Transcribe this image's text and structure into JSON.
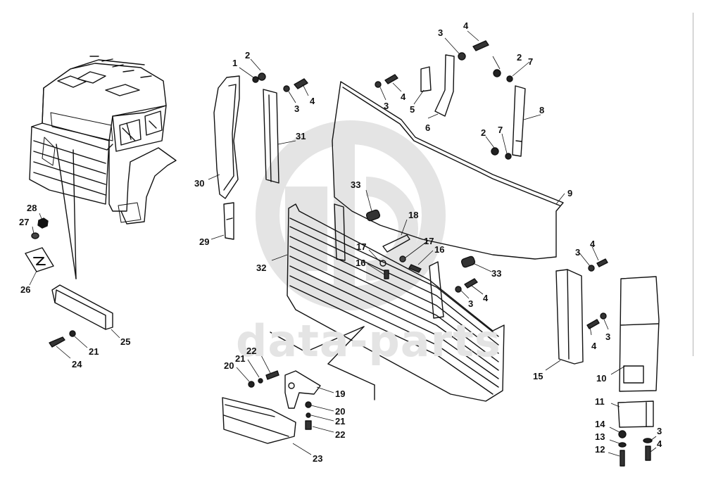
{
  "diagram": {
    "type": "exploded-parts-diagram",
    "subject": "truck cab front grille and panel assembly",
    "watermark": {
      "logo": "dp-circle-logo",
      "text": "data-parts"
    },
    "parts": [
      {
        "id": "cab",
        "label": "",
        "icon": "truck-cab"
      },
      {
        "id": "1",
        "label": "1"
      },
      {
        "id": "2",
        "label": "2"
      },
      {
        "id": "3",
        "label": "3"
      },
      {
        "id": "4",
        "label": "4"
      },
      {
        "id": "5",
        "label": "5"
      },
      {
        "id": "6",
        "label": "6"
      },
      {
        "id": "7",
        "label": "7"
      },
      {
        "id": "8",
        "label": "8"
      },
      {
        "id": "9",
        "label": "9"
      },
      {
        "id": "10",
        "label": "10"
      },
      {
        "id": "11",
        "label": "11"
      },
      {
        "id": "12",
        "label": "12"
      },
      {
        "id": "13",
        "label": "13"
      },
      {
        "id": "14",
        "label": "14"
      },
      {
        "id": "15",
        "label": "15"
      },
      {
        "id": "16",
        "label": "16"
      },
      {
        "id": "17",
        "label": "17"
      },
      {
        "id": "18",
        "label": "18"
      },
      {
        "id": "19",
        "label": "19"
      },
      {
        "id": "20",
        "label": "20"
      },
      {
        "id": "21",
        "label": "21"
      },
      {
        "id": "22",
        "label": "22"
      },
      {
        "id": "23",
        "label": "23"
      },
      {
        "id": "24",
        "label": "24"
      },
      {
        "id": "25",
        "label": "25"
      },
      {
        "id": "26",
        "label": "26"
      },
      {
        "id": "27",
        "label": "27"
      },
      {
        "id": "28",
        "label": "28"
      },
      {
        "id": "29",
        "label": "29"
      },
      {
        "id": "30",
        "label": "30"
      },
      {
        "id": "31",
        "label": "31"
      },
      {
        "id": "32",
        "label": "32"
      },
      {
        "id": "33",
        "label": "33"
      }
    ],
    "callouts": [
      {
        "text": "1"
      },
      {
        "text": "2"
      },
      {
        "text": "3"
      },
      {
        "text": "4"
      },
      {
        "text": "3"
      },
      {
        "text": "4"
      },
      {
        "text": "3"
      },
      {
        "text": "4"
      },
      {
        "text": "5"
      },
      {
        "text": "6"
      },
      {
        "text": "2"
      },
      {
        "text": "7"
      },
      {
        "text": "8"
      },
      {
        "text": "2"
      },
      {
        "text": "7"
      },
      {
        "text": "9"
      },
      {
        "text": "31"
      },
      {
        "text": "30"
      },
      {
        "text": "29"
      },
      {
        "text": "28"
      },
      {
        "text": "27"
      },
      {
        "text": "26"
      },
      {
        "text": "25"
      },
      {
        "text": "21"
      },
      {
        "text": "24"
      },
      {
        "text": "33"
      },
      {
        "text": "18"
      },
      {
        "text": "17"
      },
      {
        "text": "17"
      },
      {
        "text": "16"
      },
      {
        "text": "16"
      },
      {
        "text": "32"
      },
      {
        "text": "33"
      },
      {
        "text": "3"
      },
      {
        "text": "4"
      },
      {
        "text": "3"
      },
      {
        "text": "4"
      },
      {
        "text": "3"
      },
      {
        "text": "4"
      },
      {
        "text": "15"
      },
      {
        "text": "10"
      },
      {
        "text": "11"
      },
      {
        "text": "14"
      },
      {
        "text": "13"
      },
      {
        "text": "12"
      },
      {
        "text": "3"
      },
      {
        "text": "4"
      },
      {
        "text": "22"
      },
      {
        "text": "21"
      },
      {
        "text": "20"
      },
      {
        "text": "19"
      },
      {
        "text": "20"
      },
      {
        "text": "21"
      },
      {
        "text": "22"
      },
      {
        "text": "23"
      }
    ]
  },
  "colors": {
    "ink": "#111111",
    "watermark": "#e4e4e4",
    "rule": "#b4b4b4",
    "background": "#ffffff"
  }
}
